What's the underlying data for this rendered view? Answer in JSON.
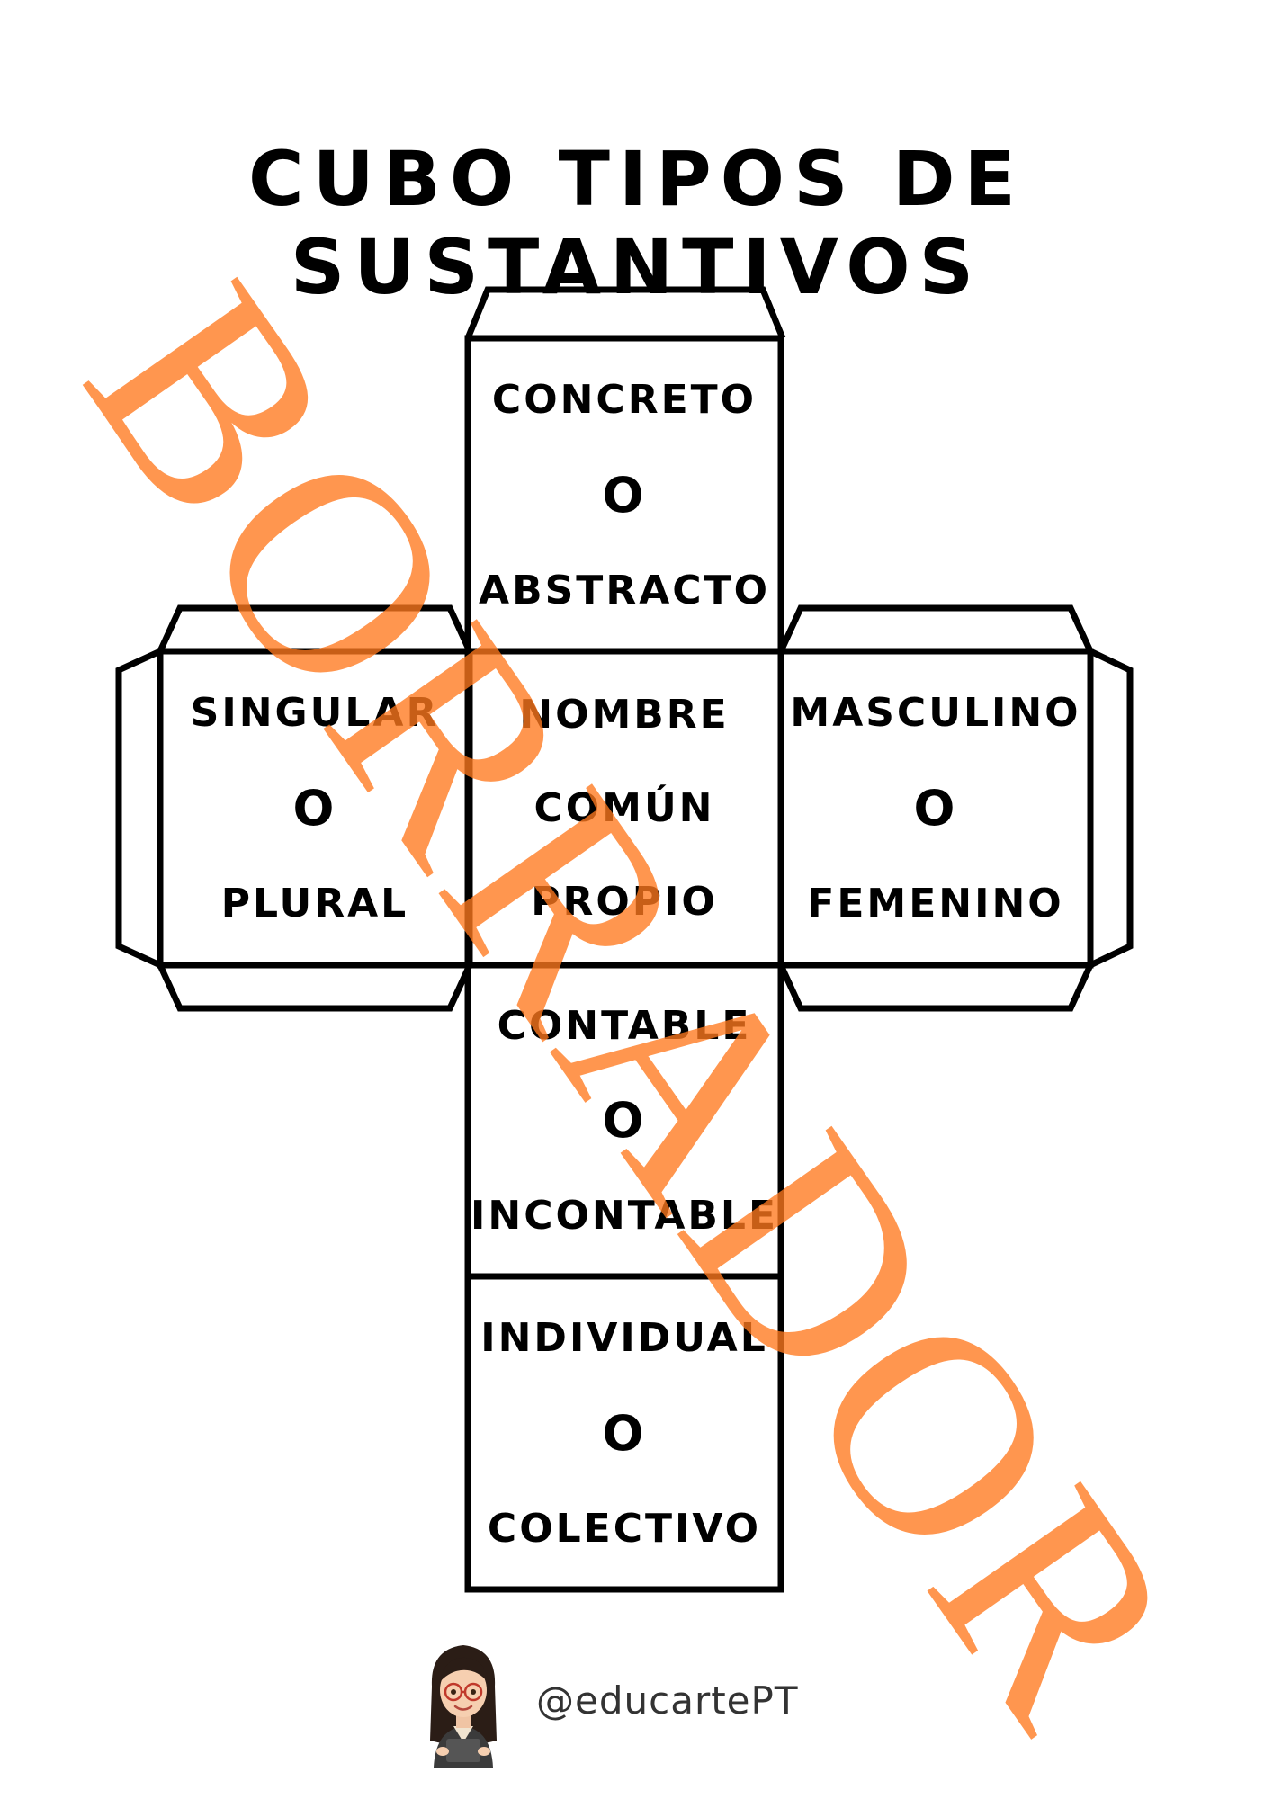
{
  "title": "CUBO TIPOS DE SUSTANTIVOS",
  "faces": {
    "top": {
      "line1": "CONCRETO",
      "line2": "O",
      "line3": "ABSTRACTO"
    },
    "left": {
      "line1": "SINGULAR",
      "line2": "O",
      "line3": "PLURAL"
    },
    "center": {
      "line1": "NOMBRE",
      "line2": "COMÚN",
      "line3": "PROPIO"
    },
    "right": {
      "line1": "MASCULINO",
      "line2": "O",
      "line3": "FEMENINO"
    },
    "lower": {
      "line1": "CONTABLE",
      "line2": "O",
      "line3": "INCONTABLE"
    },
    "bottom": {
      "line1": "INDIVIDUAL",
      "line2": "O",
      "line3": "COLECTIVO"
    }
  },
  "watermark": "BORRADOR",
  "author": {
    "handle": "@educartePT",
    "icon": "teacher-avatar-icon"
  },
  "colors": {
    "watermark": "#ff7a1e",
    "lines": "#000000"
  }
}
